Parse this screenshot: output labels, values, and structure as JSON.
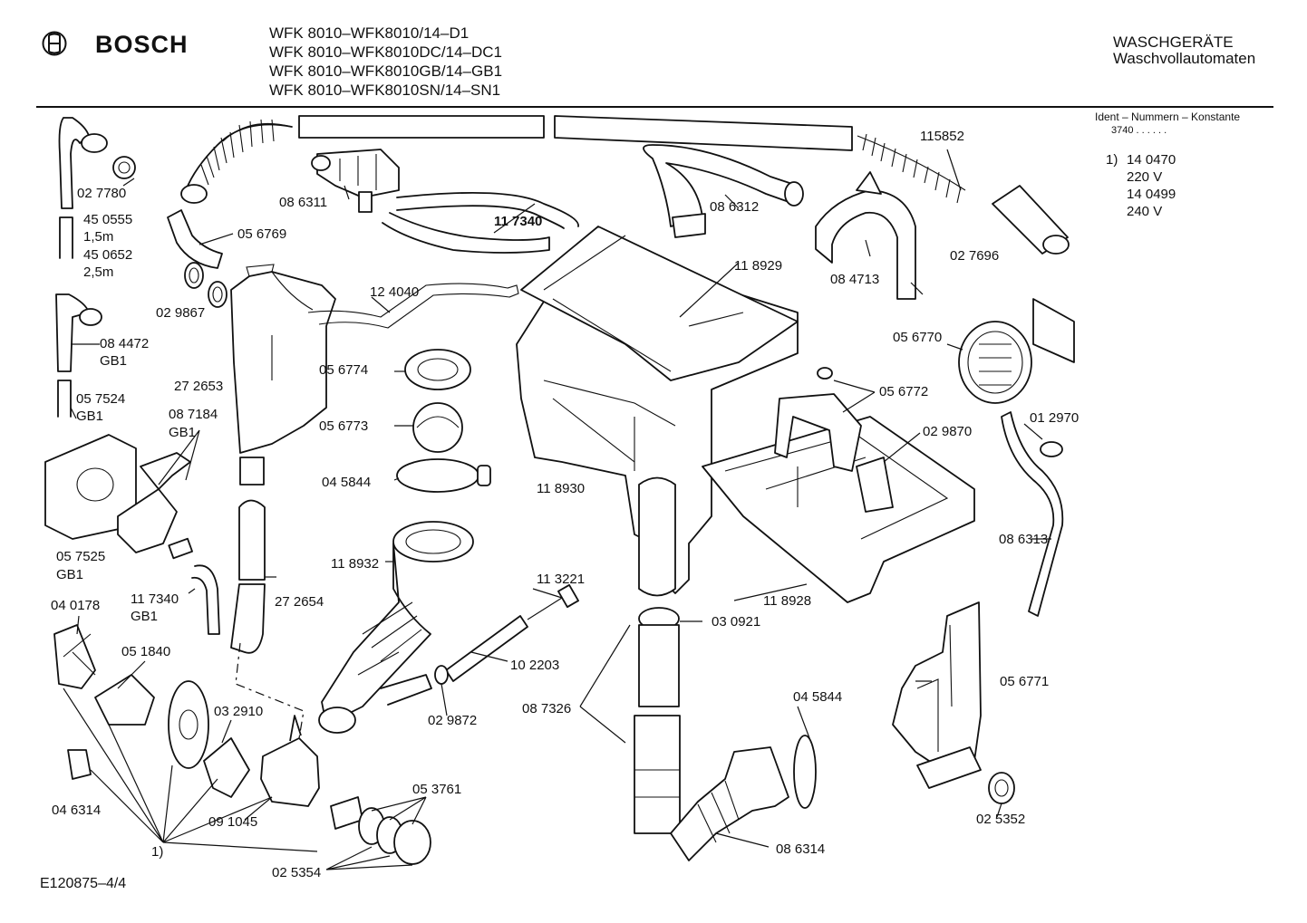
{
  "header": {
    "brand": "BOSCH",
    "models": [
      "WFK 8010–WFK8010/14–D1",
      "WFK 8010–WFK8010DC/14–DC1",
      "WFK 8010–WFK8010GB/14–GB1",
      "WFK 8010–WFK8010SN/14–SN1"
    ],
    "category_line1": "WASCHGERÄTE",
    "category_line2": "Waschvollautomaten"
  },
  "ident": {
    "title": "Ident – Nummern – Konstante",
    "constant": "3740  .  .  .  .  .  .",
    "note_marker": "1)",
    "variant1_number": "14 0470",
    "variant1_voltage": "220 V",
    "variant2_number": "14 0499",
    "variant2_voltage": "240 V"
  },
  "footer": {
    "document_id": "E120875–4/4"
  },
  "labels": {
    "p027780": "02 7780",
    "p450555": "45 0555",
    "len15": "1,5m",
    "p450652": "45 0652",
    "len25": "2,5m",
    "p086311": "08 6311",
    "p056769": "05 6769",
    "p029867": "02 9867",
    "p117340": "11 7340",
    "p086312": "08 6312",
    "p115852": "115852",
    "p118929": "11 8929",
    "p084713": "08 4713",
    "p027696": "02 7696",
    "p124040": "12 4040",
    "p084472": "08 4472",
    "gb1_a": "GB1",
    "p272653": "27 2653",
    "p056774": "05 6774",
    "p057524": "05 7524",
    "gb1_b": "GB1",
    "p087184": "08 7184",
    "gb1_c": "GB1",
    "p056773": "05 6773",
    "p056770": "05 6770",
    "p056772": "05 6772",
    "p012970": "01 2970",
    "p029870": "02 9870",
    "p045844a": "04 5844",
    "p118930": "11 8930",
    "p057525": "05 7525",
    "gb1_d": "GB1",
    "p118932": "11 8932",
    "p086313": "08 6313",
    "p113221": "11 3221",
    "p117340gb": "11 7340",
    "gb1_e": "GB1",
    "p272654": "27 2654",
    "p118928": "11 8928",
    "p040178": "04 0178",
    "p030921": "03 0921",
    "p051840": "05 1840",
    "p102203": "10 2203",
    "p056771": "05 6771",
    "p032910": "03 2910",
    "p087326": "08 7326",
    "p045844b": "04 5844",
    "p029872": "02 9872",
    "p046314": "04 6314",
    "p053761": "05 3761",
    "p091045": "09 1045",
    "p025352": "02 5352",
    "note1": "1)",
    "p086314": "08 6314",
    "p025354": "02 5354"
  }
}
